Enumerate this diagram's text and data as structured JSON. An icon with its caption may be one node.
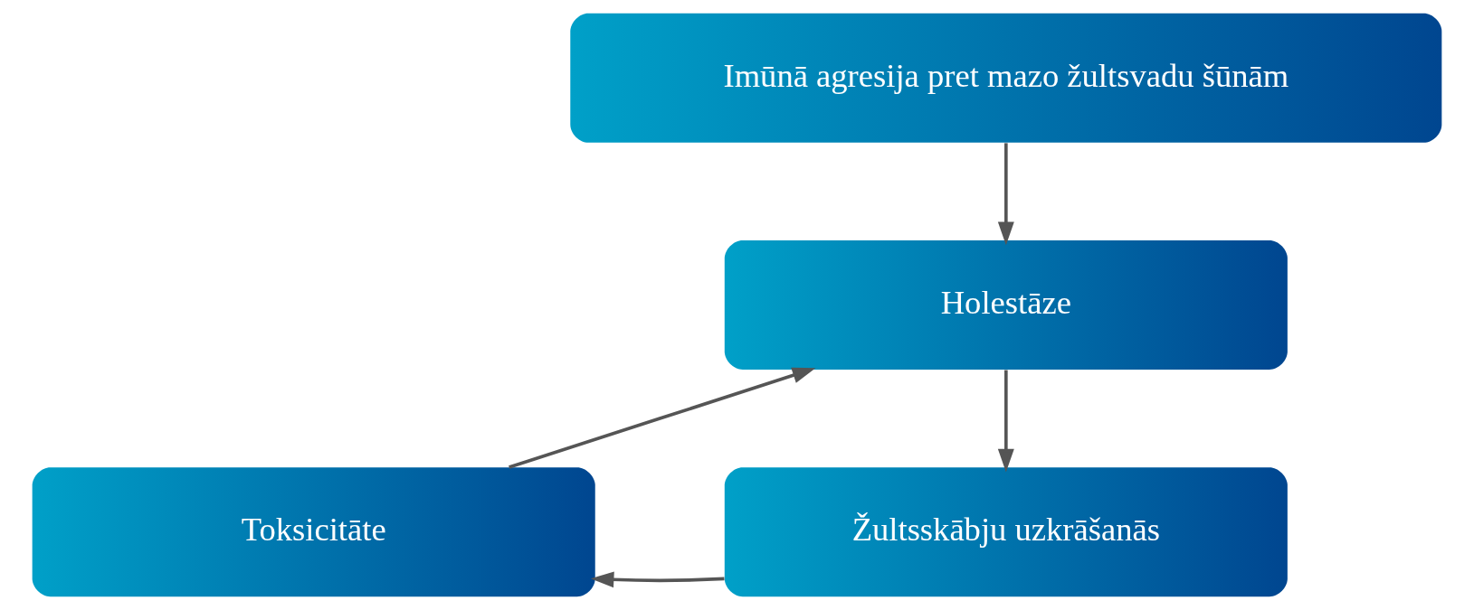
{
  "diagram": {
    "nodes": [
      {
        "text": [
          "Imūnā agresija pret mazo žultsvadu šūnām"
        ]
      },
      {
        "text": [
          "Holestāze"
        ]
      },
      {
        "text": [
          "Toksicitāte"
        ]
      },
      {
        "text": [
          "Žultsskābju uzkrāšanās"
        ]
      }
    ],
    "edges": [
      {
        "from": 0,
        "to": 1,
        "arrow": "to"
      },
      {
        "from": 1,
        "to": 3,
        "arrow": "to"
      },
      {
        "from": 3,
        "to": 2,
        "arrow": "to"
      },
      {
        "from": 2,
        "to": 1,
        "arrow": "to"
      }
    ]
  }
}
